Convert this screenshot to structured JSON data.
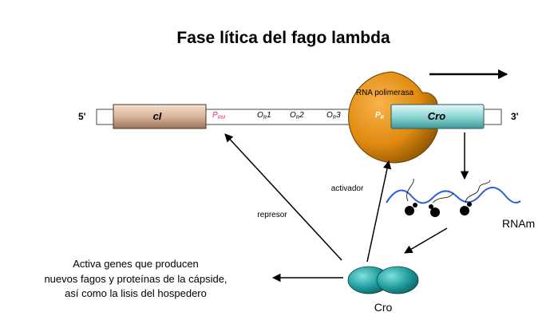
{
  "title": "Fase lítica del fago lambda",
  "dna": {
    "end5": "5'",
    "end3": "3'",
    "gene_ci": "cI",
    "gene_cro": "Cro",
    "prm": {
      "main": "P",
      "sub": "RM"
    },
    "or1": {
      "main": "O",
      "sub": "R",
      "tail": "1"
    },
    "or2": {
      "main": "O",
      "sub": "R",
      "tail": "2"
    },
    "or3": {
      "main": "O",
      "sub": "R",
      "tail": "3"
    },
    "pr": {
      "main": "P",
      "sub": "R"
    }
  },
  "polymerase_label": "RNA polimerasa",
  "activator_label": "activador",
  "repressor_label": "represor",
  "mrna_label": "RNAm",
  "protein_label": "Cro",
  "outcome_text": [
    "Activa genes que producen",
    "nuevos fagos  y proteínas de la cápside,",
    "así como la lisis del hospedero"
  ],
  "colors": {
    "ci_box": "#d9b59a",
    "cro_box": "#8fd6d6",
    "polymerase": "#e08a10",
    "cro_protein": "#1e9a9a",
    "mrna": "#2e5fd6",
    "prm_text": "#e0287a",
    "pr_text": "#ffffff"
  }
}
